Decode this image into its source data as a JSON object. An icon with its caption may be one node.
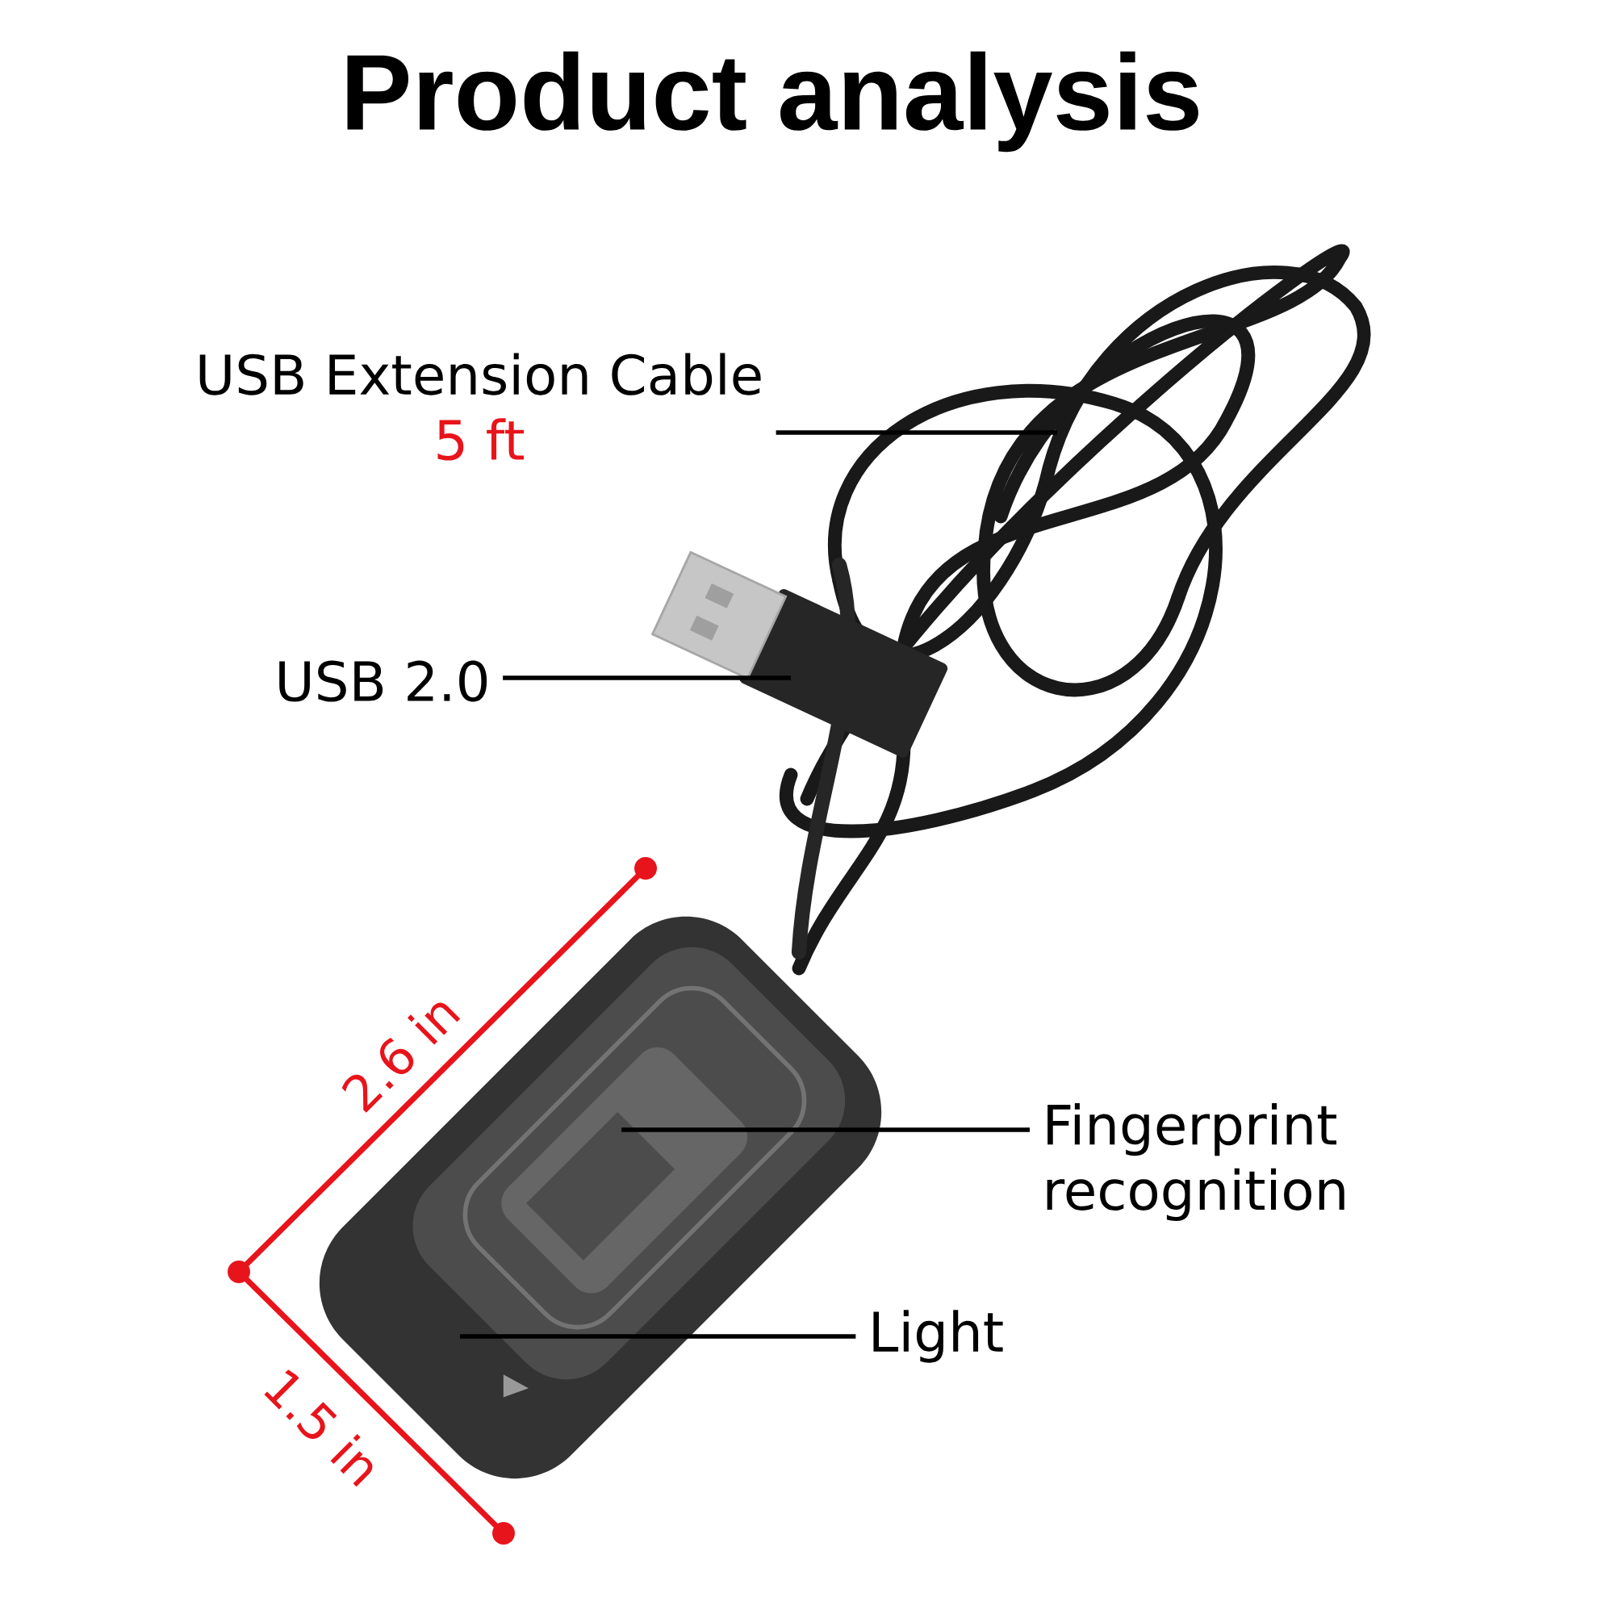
{
  "diagram": {
    "title": "Product analysis",
    "nodes": [
      {
        "text": [
          "USB Extension Cable",
          "5 ft"
        ]
      },
      {
        "text": [
          "USB 2.0"
        ]
      },
      {
        "text": [
          "Fingerprint recognition"
        ]
      },
      {
        "text": [
          "Light"
        ]
      }
    ],
    "edges": [
      {
        "from": 0,
        "to": null,
        "arrow": "none"
      },
      {
        "from": 1,
        "to": null,
        "arrow": "none"
      },
      {
        "from": 2,
        "to": null,
        "arrow": "none"
      },
      {
        "from": 3,
        "to": null,
        "arrow": "none"
      }
    ],
    "labels": [
      "2.6 in",
      "1.5 in"
    ]
  }
}
